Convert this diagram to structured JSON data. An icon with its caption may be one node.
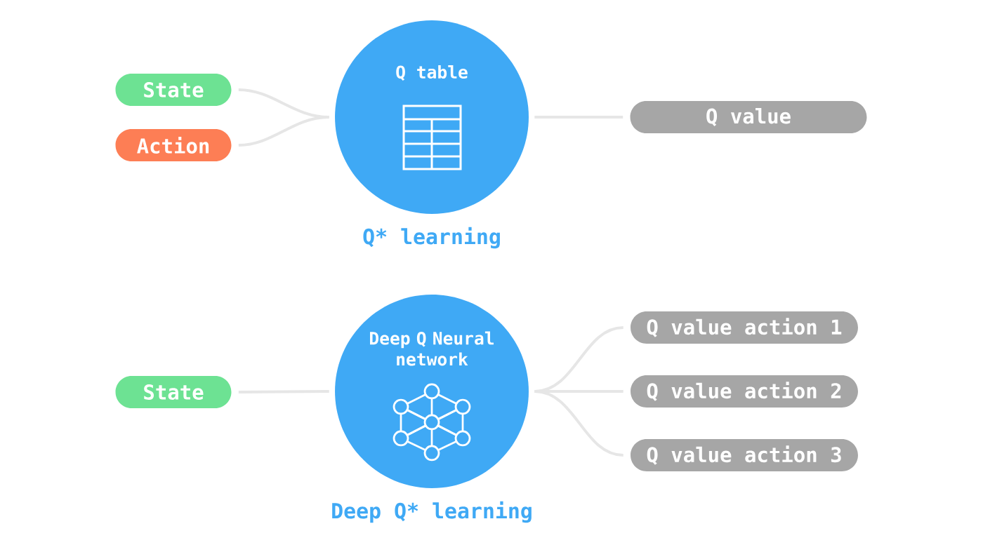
{
  "diagram": {
    "nodes": [
      {
        "text": [
          "State"
        ]
      },
      {
        "text": [
          "Action"
        ]
      },
      {
        "text": [
          "Q table"
        ],
        "beside": [
          "Q* learning"
        ]
      },
      {
        "text": [
          "Q value"
        ]
      },
      {
        "text": [
          "State"
        ]
      },
      {
        "text": [
          "Deep Q Neural network"
        ],
        "beside": [
          "Deep Q* learning"
        ]
      },
      {
        "text": [
          "Q value action 1"
        ]
      },
      {
        "text": [
          "Q value action 2"
        ]
      },
      {
        "text": [
          "Q value action 3"
        ]
      }
    ],
    "edges": [
      {
        "from": 0,
        "to": 2,
        "arrow": "none"
      },
      {
        "from": 1,
        "to": 2,
        "arrow": "none"
      },
      {
        "from": 2,
        "to": 3,
        "arrow": "none"
      },
      {
        "from": 4,
        "to": 5,
        "arrow": "none"
      },
      {
        "from": 5,
        "to": 6,
        "arrow": "none"
      },
      {
        "from": 5,
        "to": 7,
        "arrow": "none"
      },
      {
        "from": 5,
        "to": 8,
        "arrow": "none"
      }
    ]
  }
}
